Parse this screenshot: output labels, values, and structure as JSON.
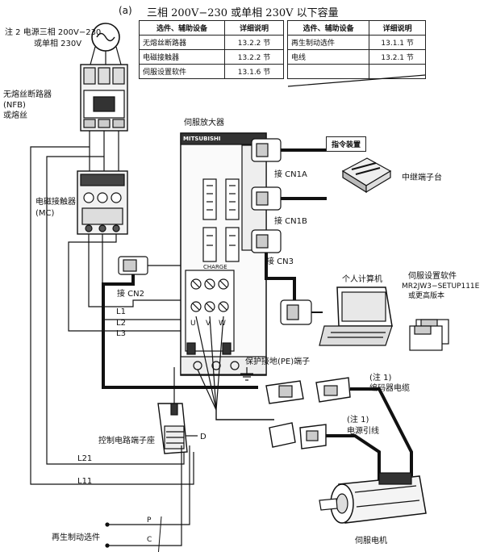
{
  "figure_label": "(a)",
  "title": "三相 200V−230 或单相 230V 以下容量",
  "table_left": {
    "headers": [
      "选件、辅助设备",
      "详细说明"
    ],
    "rows": [
      [
        "无熔丝断路器",
        "13.2.2 节"
      ],
      [
        "电磁接触器",
        "13.2.2 节"
      ],
      [
        "伺服设置软件",
        "13.1.6 节"
      ]
    ]
  },
  "table_right": {
    "headers": [
      "选件、辅助设备",
      "详细说明"
    ],
    "rows": [
      [
        "再生制动选件",
        "13.1.1 节"
      ],
      [
        "电线",
        "13.2.1 节"
      ],
      [
        "",
        ""
      ]
    ]
  },
  "labels": {
    "power_note_1": "注 2 电源三相 200V−230",
    "power_note_2": "或单相 230V",
    "nfb_1": "无熔丝断路器",
    "nfb_2": "(NFB)",
    "nfb_3": "或熔丝",
    "mc_1": "电磁接触器",
    "mc_2": "(MC)",
    "servo_amp": "伺服放大器",
    "brand": "MITSUBISHI",
    "charge": "CHARGE",
    "cn1a": "接 CN1A",
    "cn1b": "接 CN1B",
    "cn3": "接 CN3",
    "cn2": "接 CN2",
    "command_device": "指令装置",
    "relay_terminal": "中继端子台",
    "pc": "个人计算机",
    "software_1": "伺服设置软件",
    "software_2": "MR2JW3−SETUP111E",
    "software_3": "或更高版本",
    "l1": "L1",
    "l2": "L2",
    "l3": "L3",
    "u": "U",
    "v": "V",
    "w": "W",
    "pe": "保护接地(PE)端子",
    "encoder_note": "(注 1)",
    "encoder_cable": "编码器电缆",
    "power_cable_note": "(注 1)",
    "power_cable": "电源引线",
    "control_terminal": "控制电路端子座",
    "d": "D",
    "l21": "L21",
    "l11": "L11",
    "regen": "再生制动选件",
    "p": "P",
    "c": "C",
    "motor": "伺服电机"
  }
}
